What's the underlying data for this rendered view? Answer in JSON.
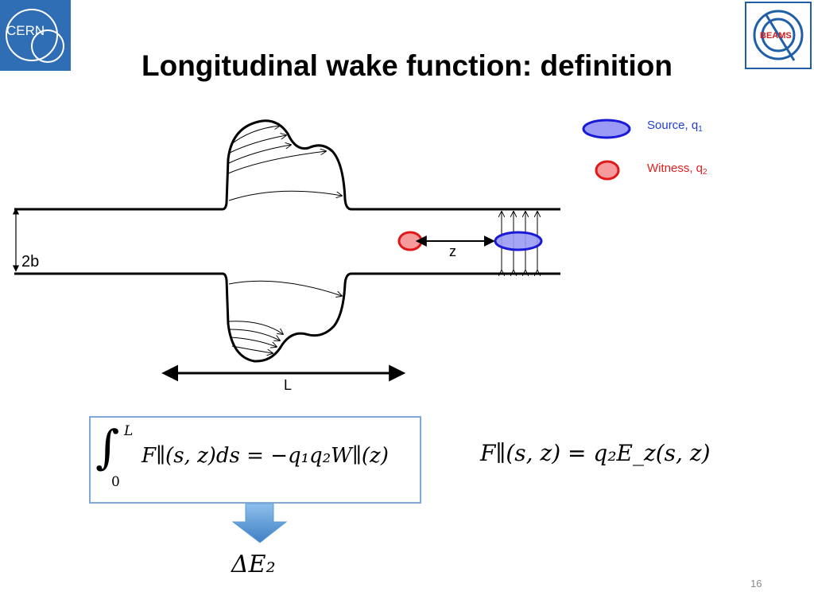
{
  "slide": {
    "title": "Longitudinal wake function: definition",
    "page_number": "16"
  },
  "logos": {
    "left_text": "CERN",
    "right_text": "BEAMS"
  },
  "legend": {
    "source_label": "Source, q",
    "source_sub": "1",
    "witness_label": "Witness, q",
    "witness_sub": "2"
  },
  "diagram": {
    "pipe_label": "2b",
    "distance_label": "z",
    "length_label": "L"
  },
  "equations": {
    "integral_upper": "L",
    "integral_lower": "0",
    "integral_body": "F∥(s, z)ds = −q₁q₂W∥(z)",
    "force": "F∥(s, z) = q₂E_z(s, z)",
    "energy": "ΔE₂"
  },
  "colors": {
    "source_fill": "#9b9bf5",
    "source_stroke": "#1a1ad6",
    "witness_fill": "#f59b9b",
    "witness_stroke": "#e01818",
    "logo_blue": "#2f6db5",
    "box_border": "#7fa9d6",
    "arrow_fill": "#5b9bd5"
  }
}
